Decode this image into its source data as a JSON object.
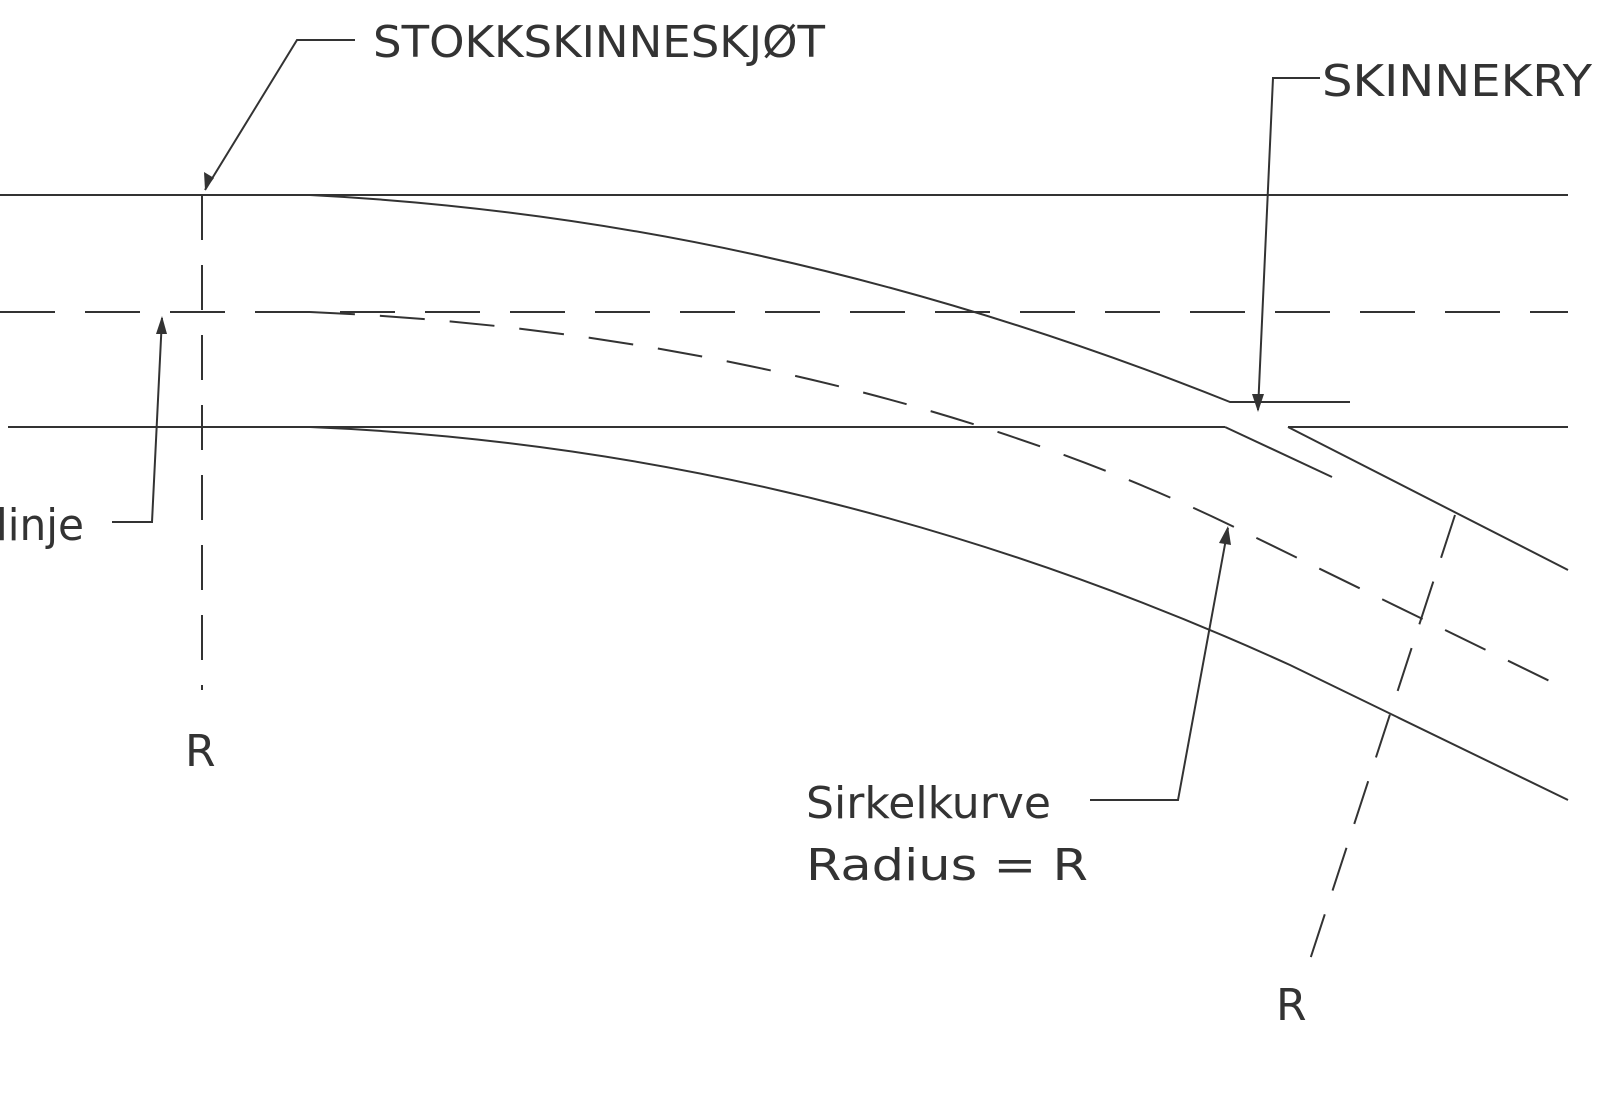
{
  "labels": {
    "stock_rail_joint": "STOKKSKINNESKJØT",
    "rail_crossing": "SKINNEKRY",
    "line": "linje",
    "r_left": "R",
    "r_right": "R",
    "curve_line1": "Sirkelkurve",
    "curve_line2": "Radius  =  R"
  }
}
